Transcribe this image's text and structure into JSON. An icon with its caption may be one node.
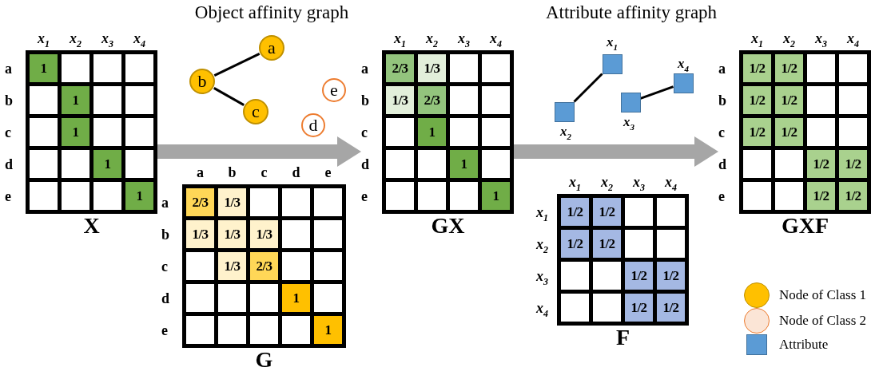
{
  "diagram": {
    "nodes": [
      {
        "text": [
          "X"
        ]
      },
      {
        "text": [
          "a"
        ]
      },
      {
        "text": [
          "b"
        ]
      },
      {
        "text": [
          "c"
        ]
      },
      {
        "text": [
          "d"
        ]
      },
      {
        "text": [
          "e"
        ]
      },
      {
        "text": [
          "G"
        ]
      },
      {
        "text": [
          "GX"
        ]
      },
      {
        "text": [],
        "shape": "box",
        "beside": [
          "x$_{1}$"
        ]
      },
      {
        "text": [],
        "shape": "box",
        "beside": [
          "x$_{2}$"
        ]
      },
      {
        "text": [],
        "shape": "box",
        "beside": [
          "x$_{3}$"
        ]
      },
      {
        "text": [],
        "shape": "box",
        "beside": [
          "x$_{4}$"
        ]
      },
      {
        "text": [
          "F"
        ]
      },
      {
        "text": [
          "GXF"
        ]
      }
    ],
    "edges": [
      {
        "from": 2,
        "to": 1,
        "arrow": "none"
      },
      {
        "from": 2,
        "to": 3,
        "arrow": "none"
      },
      {
        "from": 0,
        "to": 7,
        "arrow": "to",
        "style": "thick",
        "color": "#a6a6a6"
      },
      {
        "from": 9,
        "to": 8,
        "arrow": "none"
      },
      {
        "from": 10,
        "to": 11,
        "arrow": "none"
      },
      {
        "from": 7,
        "to": 13,
        "arrow": "to",
        "style": "thick",
        "color": "#a6a6a6"
      }
    ],
    "labels": [
      "Object affinity graph",
      "Attribute affinity graph",
      "x$_{1}$",
      "x$_{2}$",
      "x$_{3}$",
      "x$_{4}$",
      "a",
      "1",
      "b",
      "1",
      "c",
      "1",
      "d",
      "1",
      "e",
      "1",
      "a",
      "b",
      "c",
      "d",
      "e",
      "a",
      "2/3",
      "1/3",
      "b",
      "1/3",
      "1/3",
      "1/3",
      "c",
      "1/3",
      "2/3",
      "d",
      "1",
      "e",
      "1",
      "x$_{1}$",
      "x$_{2}$",
      "x$_{3}$",
      "x$_{4}$",
      "a",
      "2/3",
      "1/3",
      "b",
      "1/3",
      "2/3",
      "c",
      "1",
      "d",
      "1",
      "e",
      "1",
      "x$_{1}$",
      "x$_{2}$",
      "x$_{3}$",
      "x$_{4}$",
      "x$_{1}$",
      "1/2",
      "1/2",
      "x$_{2}$",
      "1/2",
      "1/2",
      "x$_{3}$",
      "1/2",
      "1/2",
      "x$_{4}$",
      "1/2",
      "1/2",
      "x$_{1}$",
      "x$_{2}$",
      "x$_{3}$",
      "x$_{4}$",
      "a",
      "1/2",
      "1/2",
      "b",
      "1/2",
      "1/2",
      "c",
      "1/2",
      "1/2",
      "d",
      "1/2",
      "1/2",
      "e",
      "1/2",
      "1/2"
    ],
    "legend": [
      {
        "text": "Node of Class 1",
        "color": "#ffc000"
      },
      {
        "text": "Node of Class 2",
        "color": "#fbe5d6"
      },
      {
        "text": "Attribute",
        "color": "#5b9bd5"
      }
    ]
  }
}
